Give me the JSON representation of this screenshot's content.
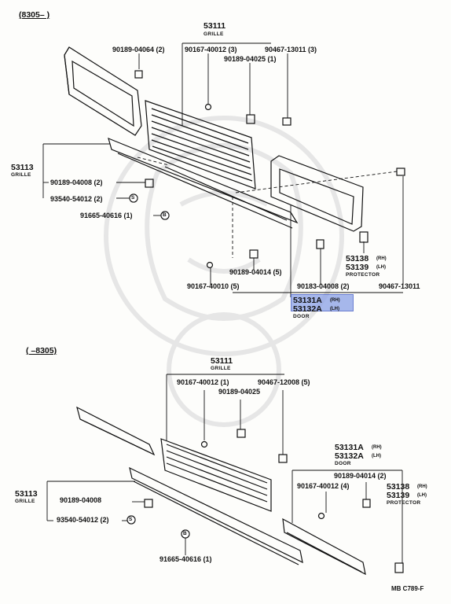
{
  "upper": {
    "range": "(8305–     )",
    "grille_no": "53111",
    "grille_txt": "GRILLE",
    "p_90189_04064": "90189-04064 (2)",
    "p_90167_40012": "90167-40012 (3)",
    "p_90467_13011_3": "90467-13011 (3)",
    "p_90189_04025_1": "90189-04025 (1)",
    "side_grille_no": "53113",
    "side_grille_txt": "GRILLE",
    "p_90189_04008_2": "90189-04008 (2)",
    "p_93540_54012": "93540-54012 (2)",
    "p_91665_40616": "91665-40616 (1)",
    "p_90189_04014": "90189-04014 (5)",
    "p_90167_40010": "90167-40010 (5)",
    "p_90183_04008": "90183-04008 (2)",
    "p_90467_13011": "90467-13011",
    "prot_rh": "53138",
    "prot_rh_side": "(RH)",
    "prot_lh": "53139",
    "prot_lh_side": "(LH)",
    "prot_txt": "PROTECTOR",
    "door_rh": "53131A",
    "door_rh_side": "(RH)",
    "door_lh": "53132A",
    "door_lh_side": "(LH)",
    "door_txt": "DOOR"
  },
  "lower": {
    "range": "(     –8305)",
    "grille_no": "53111",
    "grille_txt": "GRILLE",
    "p_90167_40012": "90167-40012 (1)",
    "p_90467_12008": "90467-12008 (5)",
    "p_90189_04025": "90189-04025",
    "door_rh": "53131A",
    "door_rh_side": "(RH)",
    "door_lh": "53132A",
    "door_lh_side": "(LH)",
    "door_txt": "DOOR",
    "p_90189_04014": "90189-04014 (2)",
    "p_90167_40012_4": "90167-40012 (4)",
    "prot_rh": "53138",
    "prot_rh_side": "(RH)",
    "prot_lh": "53139",
    "prot_lh_side": "(LH)",
    "prot_txt": "PROTECTOR",
    "side_grille_no": "53113",
    "side_grille_txt": "GRILLE",
    "p_90189_04008": "90189-04008",
    "p_93540_54012": "93540-54012 (2)",
    "p_91665_40616": "91665-40616 (1)"
  },
  "footer_code": "MB  C789-F",
  "callout_S": "S",
  "callout_B": "B",
  "colors": {
    "highlight": "#8aa0e6",
    "ink": "#111111",
    "watermark": "#e4e4e4"
  }
}
